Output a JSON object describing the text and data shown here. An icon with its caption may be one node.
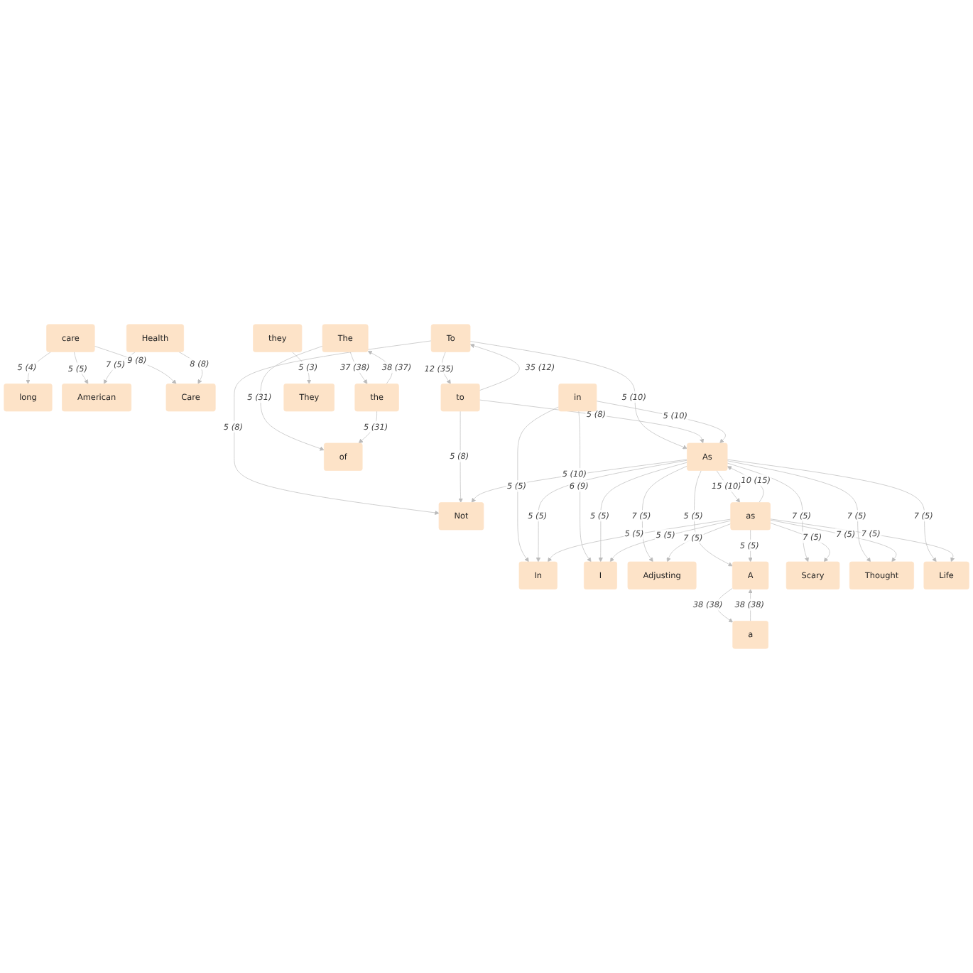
{
  "diagram": {
    "nodes": [
      {
        "text": [
          "long"
        ]
      },
      {
        "text": [
          "care"
        ]
      },
      {
        "text": [
          "American"
        ]
      },
      {
        "text": [
          "Care"
        ]
      },
      {
        "text": [
          "Health"
        ]
      },
      {
        "text": [
          "To"
        ]
      },
      {
        "text": [
          "to"
        ]
      },
      {
        "text": [
          "Not"
        ]
      },
      {
        "text": [
          "in"
        ]
      },
      {
        "text": [
          "In"
        ]
      },
      {
        "text": [
          "As"
        ]
      },
      {
        "text": [
          "I"
        ]
      },
      {
        "text": [
          "as"
        ]
      },
      {
        "text": [
          "Adjusting"
        ]
      },
      {
        "text": [
          "A"
        ]
      },
      {
        "text": [
          "Scary"
        ]
      },
      {
        "text": [
          "Thought"
        ]
      },
      {
        "text": [
          "Life"
        ]
      },
      {
        "text": [
          "a"
        ]
      },
      {
        "text": [
          "They"
        ]
      },
      {
        "text": [
          "they"
        ]
      },
      {
        "text": [
          "The"
        ]
      },
      {
        "text": [
          "of"
        ]
      },
      {
        "text": [
          "the"
        ]
      }
    ],
    "edges": [
      {
        "from": 1,
        "to": 0,
        "arrow": "to",
        "label": "5 (4)"
      },
      {
        "from": 1,
        "to": 2,
        "arrow": "to",
        "label": "5 (5)"
      },
      {
        "from": 1,
        "to": 3,
        "arrow": "to",
        "label": "9 (8)"
      },
      {
        "from": 4,
        "to": 2,
        "arrow": "to",
        "label": "7 (5)"
      },
      {
        "from": 4,
        "to": 3,
        "arrow": "to",
        "label": "8 (8)"
      },
      {
        "from": 6,
        "to": 5,
        "arrow": "to",
        "label": "35 (12)"
      },
      {
        "from": 5,
        "to": 6,
        "arrow": "to",
        "label": "12 (35)"
      },
      {
        "from": 5,
        "to": 7,
        "arrow": "to",
        "label": "5 (8)"
      },
      {
        "from": 6,
        "to": 7,
        "arrow": "to",
        "label": "5 (8)"
      },
      {
        "from": 5,
        "to": 10,
        "arrow": "to",
        "label": "5 (10)"
      },
      {
        "from": 10,
        "to": 7,
        "arrow": "to",
        "label": "5 (10)"
      },
      {
        "from": 6,
        "to": 10,
        "arrow": "to",
        "label": "5 (8)"
      },
      {
        "from": 8,
        "to": 9,
        "arrow": "to",
        "label": "5 (5)"
      },
      {
        "from": 8,
        "to": 10,
        "arrow": "to",
        "label": "5 (10)"
      },
      {
        "from": 8,
        "to": 11,
        "arrow": "to",
        "label": "6 (9)"
      },
      {
        "from": 10,
        "to": 9,
        "arrow": "to",
        "label": "5 (5)"
      },
      {
        "from": 10,
        "to": 11,
        "arrow": "to",
        "label": "5 (5)"
      },
      {
        "from": 10,
        "to": 12,
        "arrow": "to",
        "label": "15 (10)"
      },
      {
        "from": 12,
        "to": 10,
        "arrow": "to",
        "label": "10 (15)"
      },
      {
        "from": 12,
        "to": 9,
        "arrow": "to",
        "label": "5 (5)"
      },
      {
        "from": 12,
        "to": 11,
        "arrow": "to",
        "label": "5 (5)"
      },
      {
        "from": 10,
        "to": 13,
        "arrow": "to",
        "label": "7 (5)"
      },
      {
        "from": 12,
        "to": 13,
        "arrow": "to",
        "label": "7 (5)"
      },
      {
        "from": 10,
        "to": 14,
        "arrow": "to",
        "label": "5 (5)"
      },
      {
        "from": 12,
        "to": 14,
        "arrow": "to",
        "label": "5 (5)"
      },
      {
        "from": 10,
        "to": 15,
        "arrow": "to",
        "label": "7 (5)"
      },
      {
        "from": 12,
        "to": 15,
        "arrow": "to",
        "label": "7 (5)"
      },
      {
        "from": 10,
        "to": 16,
        "arrow": "to",
        "label": "7 (5)"
      },
      {
        "from": 12,
        "to": 16,
        "arrow": "to",
        "label": "7 (5)"
      },
      {
        "from": 10,
        "to": 17,
        "arrow": "to",
        "label": "7 (5)"
      },
      {
        "from": 12,
        "to": 17,
        "arrow": "to",
        "label": "7 (5)"
      },
      {
        "from": 18,
        "to": 14,
        "arrow": "to",
        "label": "38 (38)"
      },
      {
        "from": 14,
        "to": 18,
        "arrow": "to",
        "label": "38 (38)"
      },
      {
        "from": 20,
        "to": 19,
        "arrow": "to",
        "label": "5 (3)"
      },
      {
        "from": 21,
        "to": 22,
        "arrow": "to",
        "label": "5 (31)"
      },
      {
        "from": 23,
        "to": 22,
        "arrow": "to",
        "label": "5 (31)"
      },
      {
        "from": 23,
        "to": 21,
        "arrow": "to",
        "label": "38 (37)"
      },
      {
        "from": 21,
        "to": 23,
        "arrow": "to",
        "label": "37 (38)"
      }
    ]
  }
}
